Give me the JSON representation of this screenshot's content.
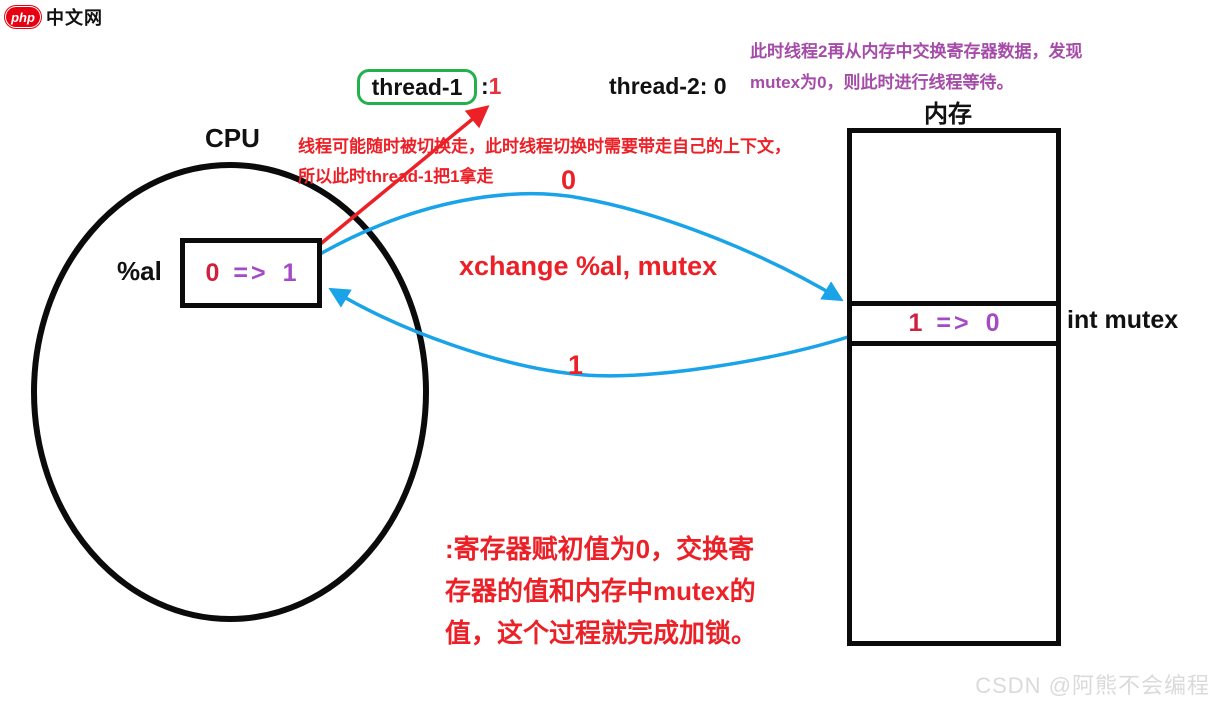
{
  "colors": {
    "red": "#ec2027",
    "crimson": "#ce2140",
    "purple": "#a44ac4",
    "purple_note": "#a54ca8",
    "blue": "#19a3e8",
    "green": "#22b14c",
    "black": "#0b0b0b",
    "watermark_gray": "#dadada"
  },
  "logo": {
    "badge": "php",
    "title": "中文网"
  },
  "threads": {
    "thread1": {
      "label": "thread-1",
      "colon": ":",
      "value": "1"
    },
    "thread2": {
      "label": "thread-2: 0"
    }
  },
  "notes": {
    "purple_line1": "此时线程2再从内存中交换寄存器数据，发现",
    "purple_line2": "mutex为0，则此时进行线程等待。",
    "switch_line1": "线程可能随时被切换走，此时线程切换时需要带走自己的上下文，",
    "switch_line2": "所以此时thread-1把1拿走",
    "bottom_line1": ":寄存器赋初值为0，交换寄",
    "bottom_line2": "存器的值和内存中mutex的",
    "bottom_line3": "值，这个过程就完成加锁。"
  },
  "cpu": {
    "title": "CPU",
    "register_label": "%al",
    "register": {
      "from": "0",
      "arrow": "=>",
      "to": "1"
    }
  },
  "memory": {
    "title": "内存",
    "cell": {
      "from": "1",
      "arrow": "=>",
      "to": "0"
    },
    "cell_name": "int mutex"
  },
  "instruction": "xchange %al, mutex",
  "edges": {
    "to_memory_label": "0",
    "to_register_label": "1"
  },
  "watermark": "CSDN @阿熊不会编程"
}
